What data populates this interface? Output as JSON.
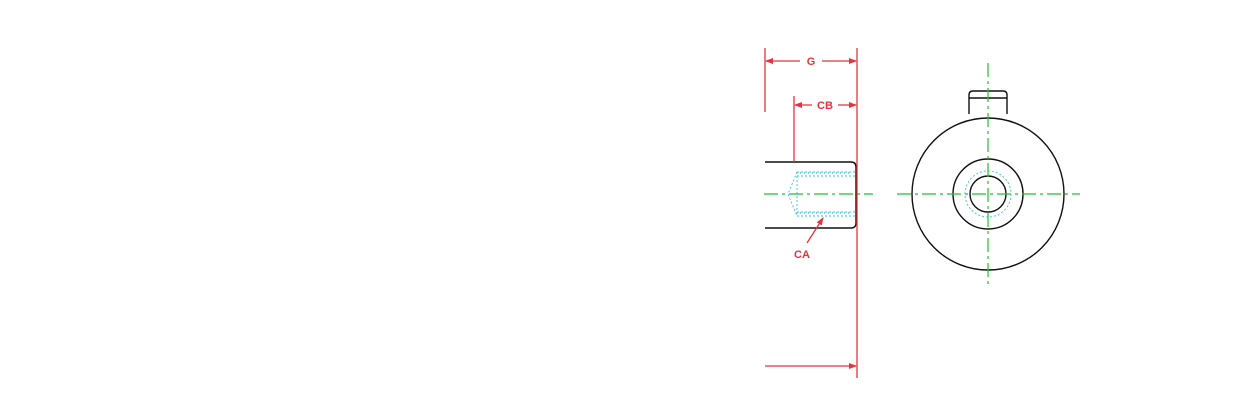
{
  "dimensions": {
    "g_label": "G",
    "cb_label": "CB",
    "ca_label": "CA"
  },
  "colors": {
    "dimension": "#e8323c",
    "outline": "#111111",
    "centerline": "#22c22a",
    "hidden_thread": "#35c4dd",
    "background": "#ffffff"
  }
}
